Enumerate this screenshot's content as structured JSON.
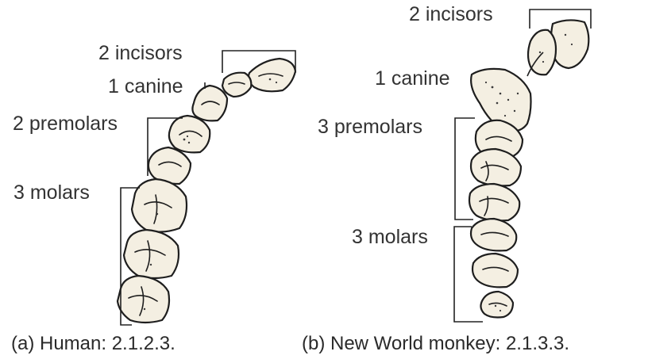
{
  "figure": {
    "panel_a": {
      "labels": {
        "incisors": "2 incisors",
        "canine": "1 canine",
        "premolars": "2 premolars",
        "molars": "3 molars"
      },
      "caption": "(a) Human: 2.1.2.3."
    },
    "panel_b": {
      "labels": {
        "incisors": "2 incisors",
        "canine": "1 canine",
        "premolars": "3 premolars",
        "molars": "3 molars"
      },
      "caption": "(b) New World monkey: 2.1.3.3."
    },
    "colors": {
      "tooth_fill": "#f4efe2",
      "outline": "#1e1e1e",
      "text": "#333333"
    }
  }
}
